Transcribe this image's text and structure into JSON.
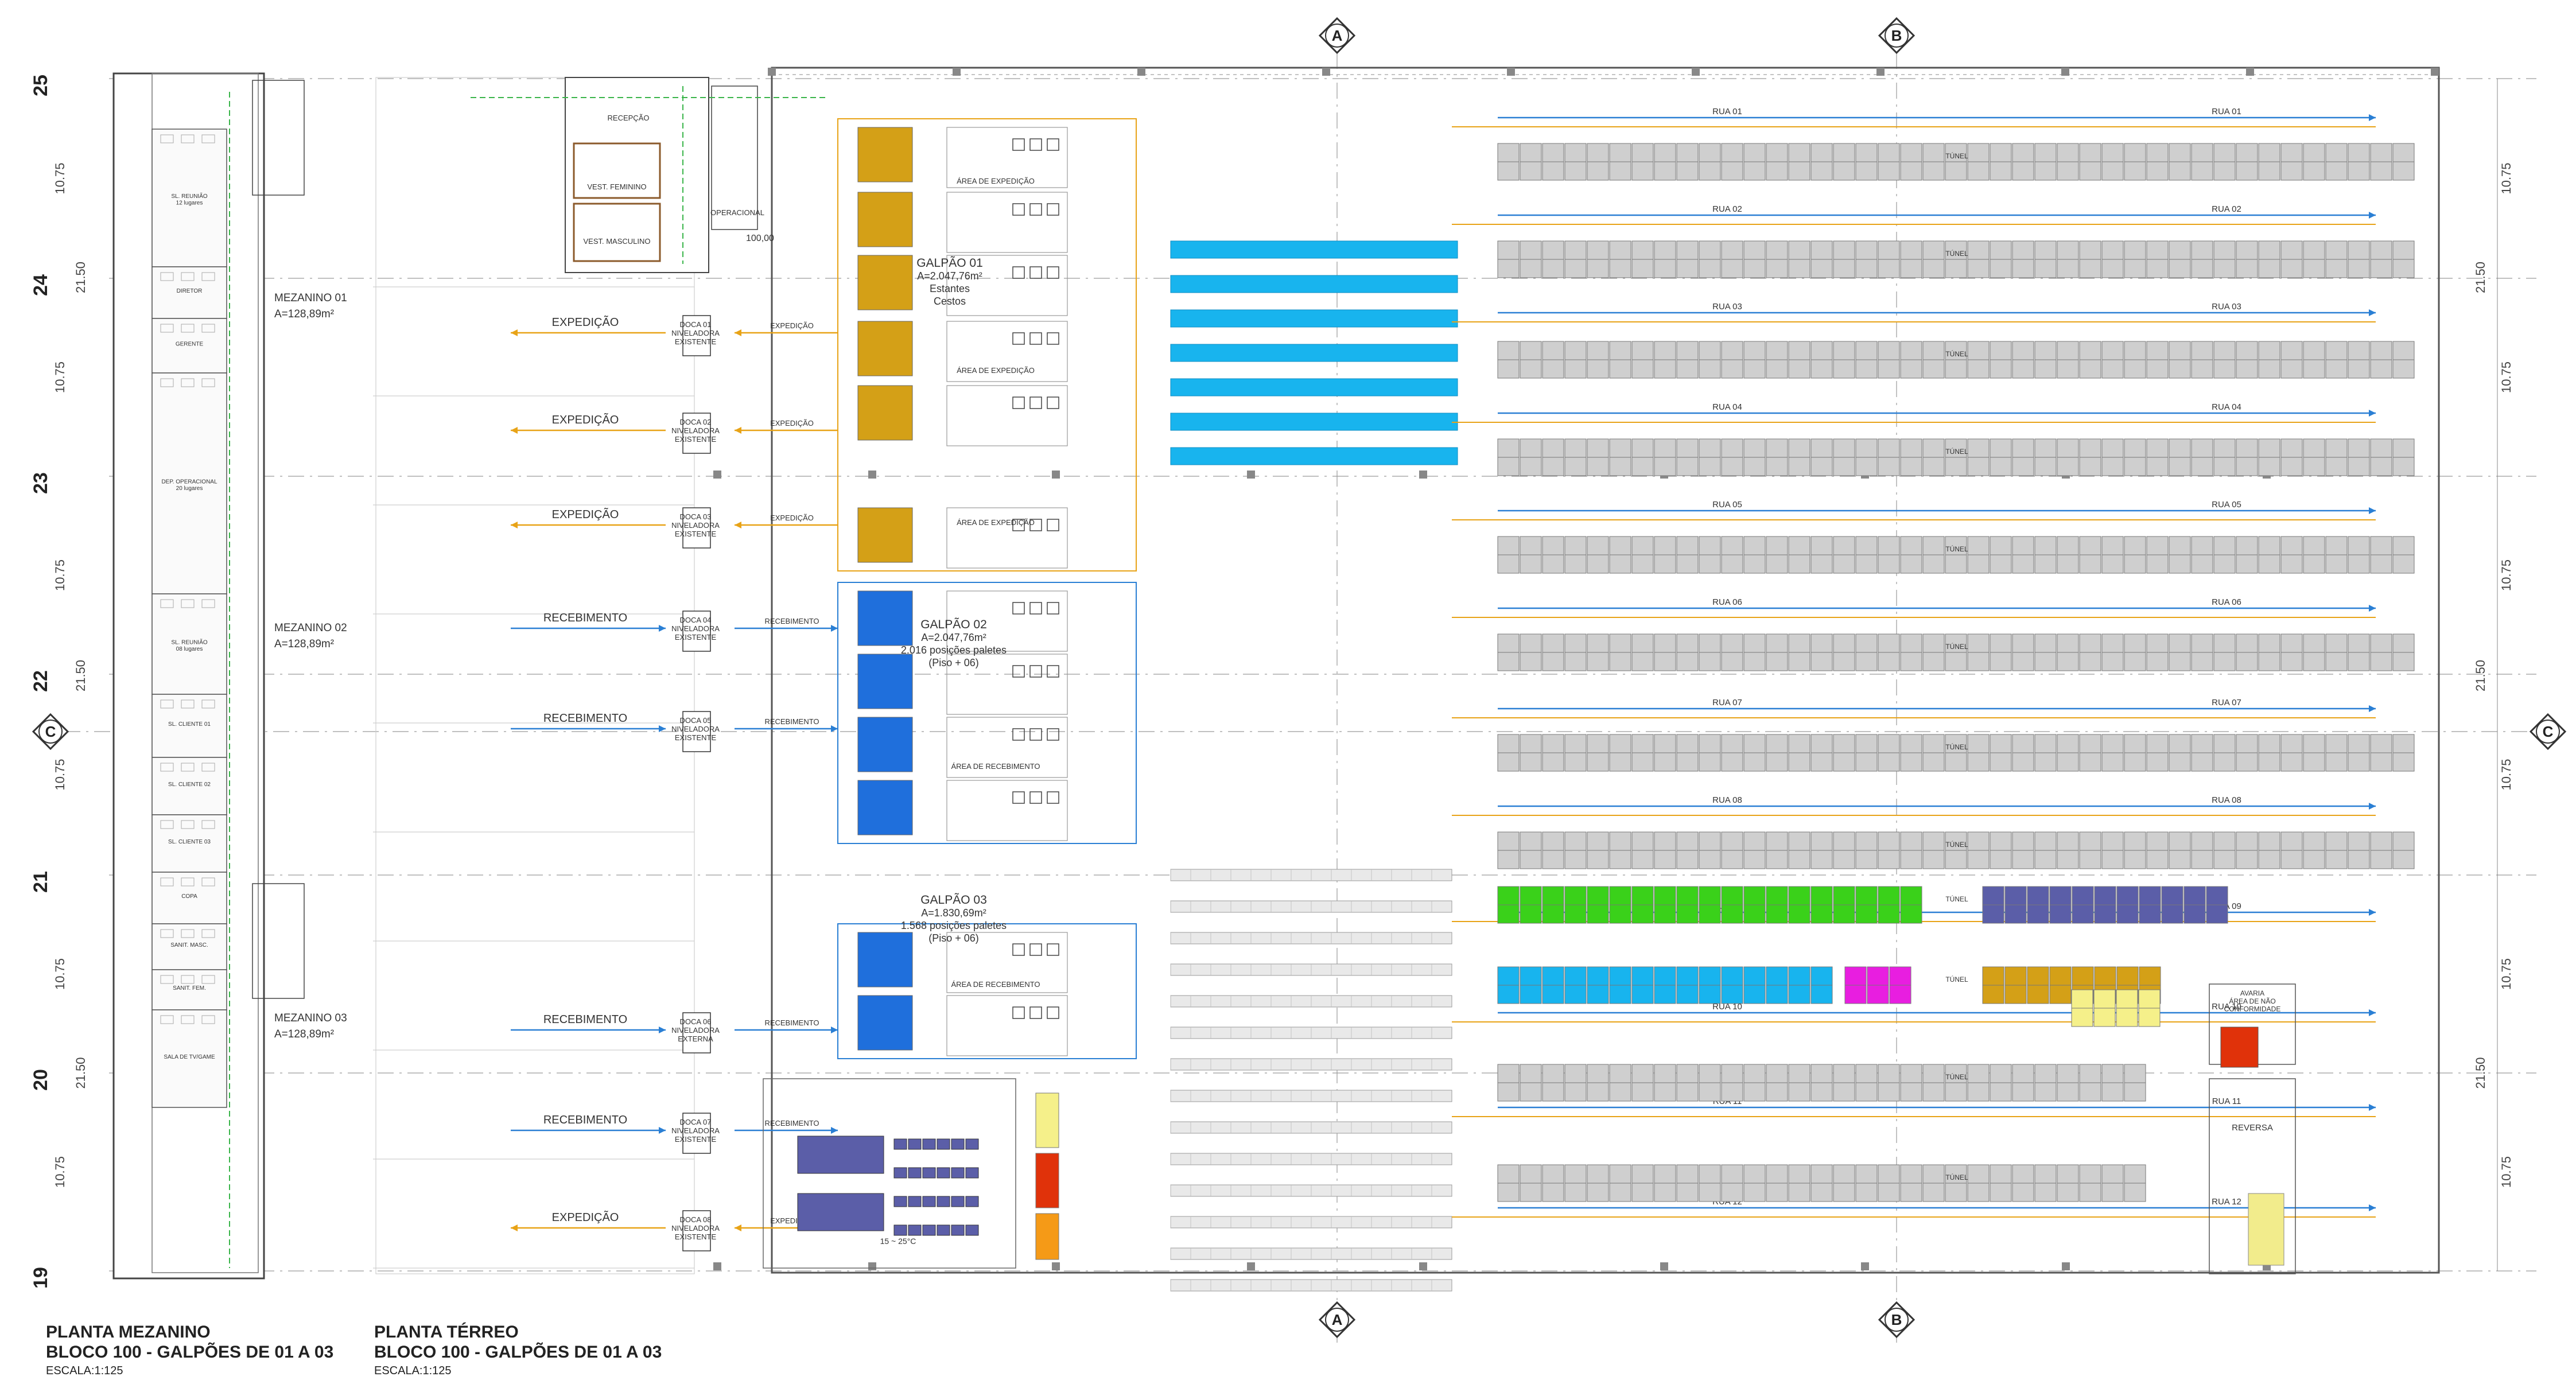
{
  "axes": {
    "top": [
      "A",
      "B"
    ],
    "bottom": [
      "A",
      "B"
    ],
    "side": "C"
  },
  "levels": [
    "25",
    "24",
    "23",
    "22",
    "21",
    "20",
    "19"
  ],
  "dims_left": [
    "10.75",
    "21.50",
    "10.75",
    "10.75",
    "21.50",
    "10.75",
    "10.75",
    "21.50",
    "10.75"
  ],
  "dims_right": [
    "10.75",
    "21.50",
    "10.75",
    "10.75",
    "21.50",
    "10.75",
    "10.75",
    "21.50",
    "10.75"
  ],
  "mezzanine": {
    "rooms": [
      "SL. REUNIÃO\n12 lugares",
      "DIRETOR",
      "GERENTE",
      "DEP. OPERACIONAL\n20 lugares",
      "SL. REUNIÃO\n08 lugares",
      "SL. CLIENTE 01",
      "SL. CLIENTE 02",
      "SL. CLIENTE 03",
      "COPA",
      "SANIT. MASC.",
      "SANIT. FEM.",
      "SALA DE TV/GAME"
    ],
    "labels": [
      {
        "name": "MEZANINO 01",
        "area": "A=128,89m²"
      },
      {
        "name": "MEZANINO 02",
        "area": "A=128,89m²"
      },
      {
        "name": "MEZANINO 03",
        "area": "A=128,89m²"
      }
    ]
  },
  "ground": {
    "rooms": {
      "reception": "RECEPÇÃO",
      "female": "VEST. FEMININO",
      "male": "VEST. MASCULINO",
      "operational": "OPERACIONAL"
    },
    "level_mark": "100,00",
    "docks": [
      {
        "name": "DOCA 01\nNIVELADORA\nEXISTENTE",
        "flow": "EXPEDIÇÃO",
        "kind": "exp"
      },
      {
        "name": "DOCA 02\nNIVELADORA\nEXISTENTE",
        "flow": "EXPEDIÇÃO",
        "kind": "exp"
      },
      {
        "name": "DOCA 03\nNIVELADORA\nEXISTENTE",
        "flow": "EXPEDIÇÃO",
        "kind": "exp"
      },
      {
        "name": "DOCA 04\nNIVELADORA\nEXISTENTE",
        "flow": "RECEBIMENTO",
        "kind": "rec"
      },
      {
        "name": "DOCA 05\nNIVELADORA\nEXISTENTE",
        "flow": "RECEBIMENTO",
        "kind": "rec"
      },
      {
        "name": "DOCA 06\nNIVELADORA\nEXTERNA",
        "flow": "RECEBIMENTO",
        "kind": "rec"
      },
      {
        "name": "DOCA 07\nNIVELADORA\nEXISTENTE",
        "flow": "RECEBIMENTO",
        "kind": "rec"
      },
      {
        "name": "DOCA 08\nNIVELADORA\nEXISTENTE",
        "flow": "EXPEDIÇÃO",
        "kind": "exp"
      }
    ],
    "galpoes": [
      {
        "lines": [
          "GALPÃO 01",
          "A=2.047,76m²",
          "Estantes",
          "Cestos"
        ]
      },
      {
        "lines": [
          "GALPÃO 02",
          "A=2.047,76m²",
          "2.016 posições paletes",
          "(Piso + 06)"
        ]
      },
      {
        "lines": [
          "GALPÃO 03",
          "A=1.830,69m²",
          "1.568 posições paletes",
          "(Piso + 06)"
        ]
      }
    ],
    "area_expedicao": "ÁREA DE EXPEDIÇÃO",
    "area_recebimento": "ÁREA DE RECEBIMENTO",
    "ruas": [
      "RUA 01",
      "RUA 02",
      "RUA 03",
      "RUA 04",
      "RUA 05",
      "RUA 06",
      "RUA 07",
      "RUA 08",
      "RUA 09",
      "RUA 10",
      "RUA 11",
      "RUA 12"
    ],
    "tunel": "TÚNEL",
    "cold_room": "15 ~ 25°C",
    "avaria": "AVARIA\nÁREA DE NÃO\nCONFORMIDADE",
    "reversa": "REVERSA"
  },
  "titles": {
    "mezz": {
      "line1": "PLANTA MEZANINO",
      "line2": "BLOCO 100 - GALPÕES DE 01 A 03",
      "scale": "ESCALA:1:125"
    },
    "ground": {
      "line1": "PLANTA TÉRREO",
      "line2": "BLOCO 100 - GALPÕES DE 01 A 03",
      "scale": "ESCALA:1:125"
    }
  },
  "colors": {
    "gold": "#d4a017",
    "blue": "#1f6fdc",
    "cyan": "#18b4ee",
    "navy": "#5b5ea8",
    "green": "#3ad11a",
    "magenta": "#e81ee0",
    "yellow_light": "#f5f08a",
    "red": "#e0320a",
    "orange": "#f59a17",
    "exp_flow": "#e8a317",
    "rec_flow": "#2a7fd4",
    "rack": "#cfcfcf"
  }
}
